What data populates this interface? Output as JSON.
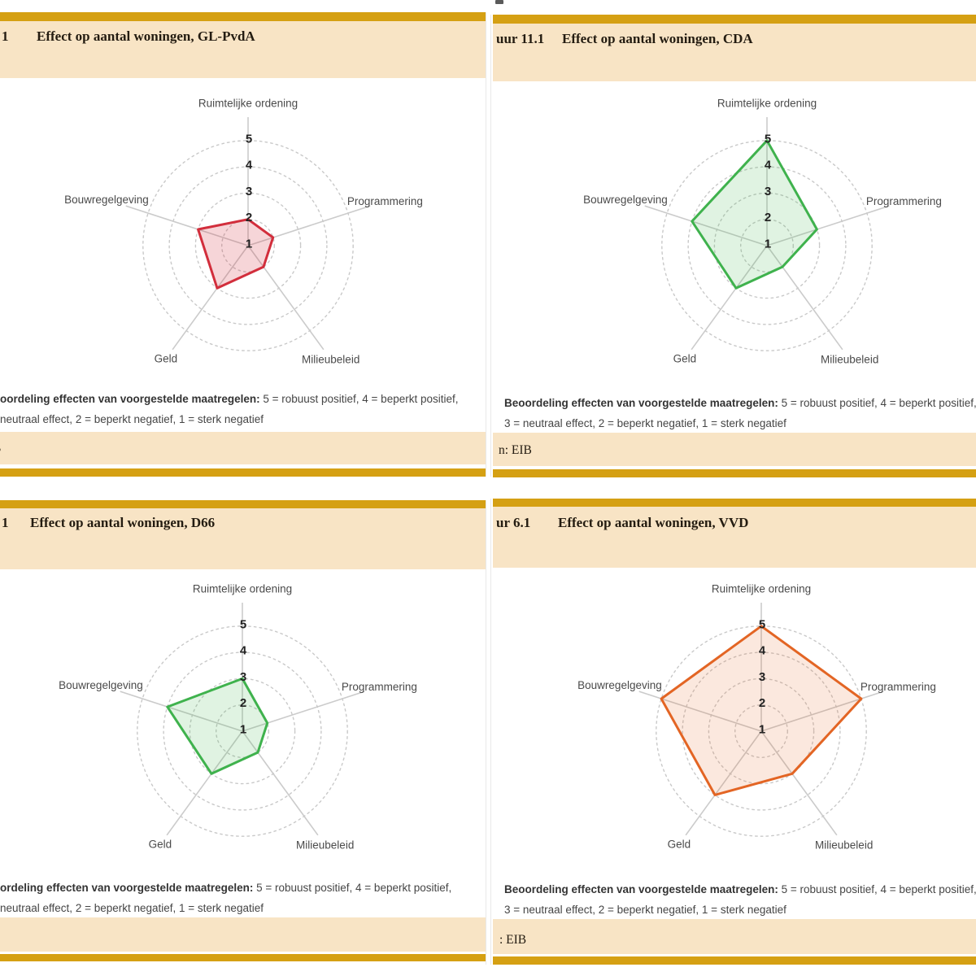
{
  "colors": {
    "gold_bar": "#d5a013",
    "band_cream": "#f8e4c5",
    "title_text": "#241c11",
    "footnote_text": "#454545",
    "axis_line": "#cbcbcb",
    "ring_line": "#c9c9c9",
    "axis_label": "#4a4a4a",
    "tick_label": "#222222",
    "gl_pvda_stroke": "#d22e3c",
    "cda_d66_stroke": "#3fb24d",
    "vvd_stroke": "#e36524"
  },
  "panels": [
    {
      "figure_label_fragment": "1",
      "title": "Effect op aantal woningen, GL-PvdA",
      "footnote_bold": "oordeling effecten van voorgestelde maatregelen:",
      "footnote_rest": " 5 = robuust positief, 4 = beperkt positief,",
      "footnote_line2": "neutraal effect, 2 = beperkt negatief, 1 = sterk negatief",
      "source_fragment": "B"
    },
    {
      "figure_label_fragment": "uur 11.1",
      "title": "Effect op aantal woningen, CDA",
      "footnote_bold": "Beoordeling effecten van voorgestelde maatregelen:",
      "footnote_rest": " 5 = robuust positief, 4 = beperkt positief,",
      "footnote_line2": "3 = neutraal effect, 2 = beperkt negatief, 1 = sterk negatief",
      "source_fragment": "n: EIB"
    },
    {
      "figure_label_fragment": "1",
      "title": "Effect op aantal woningen, D66",
      "footnote_bold": "ordeling effecten van voorgestelde maatregelen:",
      "footnote_rest": " 5 = robuust positief, 4 = beperkt positief,",
      "footnote_line2": "neutraal effect, 2 = beperkt negatief, 1 = sterk negatief",
      "source_fragment": ""
    },
    {
      "figure_label_fragment": "ur 6.1",
      "title": "Effect op aantal woningen, VVD",
      "footnote_bold": "Beoordeling effecten van voorgestelde maatregelen:",
      "footnote_rest": " 5 = robuust positief, 4 = beperkt positief,",
      "footnote_line2": "3 = neutraal effect, 2 = beperkt negatief, 1 = sterk negatief",
      "source_fragment": ": EIB"
    }
  ],
  "chart_data": [
    {
      "type": "radar",
      "title": "Effect op aantal woningen, GL-PvdA",
      "party": "GL-PvdA",
      "categories": [
        "Ruimtelijke ordening",
        "Programmering",
        "Milieubeleid",
        "Geld",
        "Bouwregelgeving"
      ],
      "values": [
        2,
        2,
        2,
        3,
        3
      ],
      "scale": {
        "min": 1,
        "max": 5,
        "tick_labels": [
          "5",
          "4",
          "3",
          "2",
          "1"
        ],
        "grid": "dashed-circles"
      },
      "stroke": "#d22e3c",
      "fill": "rgba(212,47,61,0.20)"
    },
    {
      "type": "radar",
      "title": "Effect op aantal woningen, CDA",
      "party": "CDA",
      "categories": [
        "Ruimtelijke ordening",
        "Programmering",
        "Milieubeleid",
        "Geld",
        "Bouwregelgeving"
      ],
      "values": [
        5,
        3,
        2,
        3,
        4
      ],
      "scale": {
        "min": 1,
        "max": 5,
        "tick_labels": [
          "5",
          "4",
          "3",
          "2",
          "1"
        ],
        "grid": "dashed-circles"
      },
      "stroke": "#3fb24d",
      "fill": "rgba(63,178,77,0.16)"
    },
    {
      "type": "radar",
      "title": "Effect op aantal woningen, D66",
      "party": "D66",
      "categories": [
        "Ruimtelijke ordening",
        "Programmering",
        "Milieubeleid",
        "Geld",
        "Bouwregelgeving"
      ],
      "values": [
        3,
        2,
        2,
        3,
        4
      ],
      "scale": {
        "min": 1,
        "max": 5,
        "tick_labels": [
          "5",
          "4",
          "3",
          "2",
          "1"
        ],
        "grid": "dashed-circles"
      },
      "stroke": "#3fb24d",
      "fill": "rgba(63,178,77,0.16)"
    },
    {
      "type": "radar",
      "title": "Effect op aantal woningen, VVD",
      "party": "VVD",
      "categories": [
        "Ruimtelijke ordening",
        "Programmering",
        "Milieubeleid",
        "Geld",
        "Bouwregelgeving"
      ],
      "values": [
        5,
        5,
        3,
        4,
        5
      ],
      "scale": {
        "min": 1,
        "max": 5,
        "tick_labels": [
          "5",
          "4",
          "3",
          "2",
          "1"
        ],
        "grid": "dashed-circles"
      },
      "stroke": "#e36524",
      "fill": "rgba(227,101,36,0.15)"
    }
  ]
}
